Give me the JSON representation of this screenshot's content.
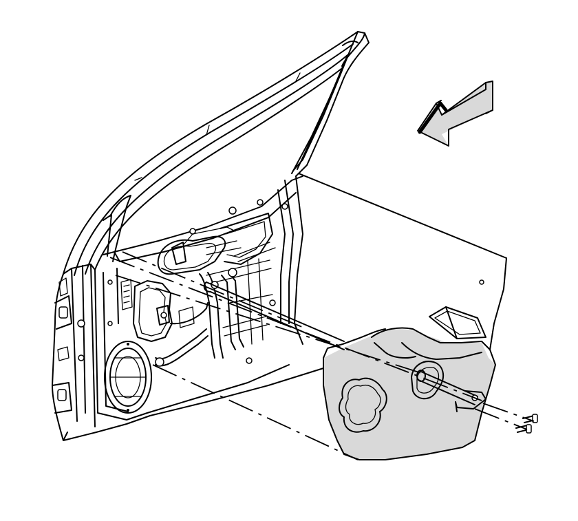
{
  "figure": {
    "subject": "front-door-trim-panel-installation",
    "parts": [
      "door-frame",
      "window-frame",
      "inner-door-panel",
      "trim-panel",
      "pull-handle-bracket",
      "screws",
      "direction-arrow"
    ]
  },
  "icons": {
    "direction": "arrow-icon"
  },
  "colors": {
    "line": "#000000",
    "shade": "#d9d9d9",
    "background": "#ffffff"
  }
}
